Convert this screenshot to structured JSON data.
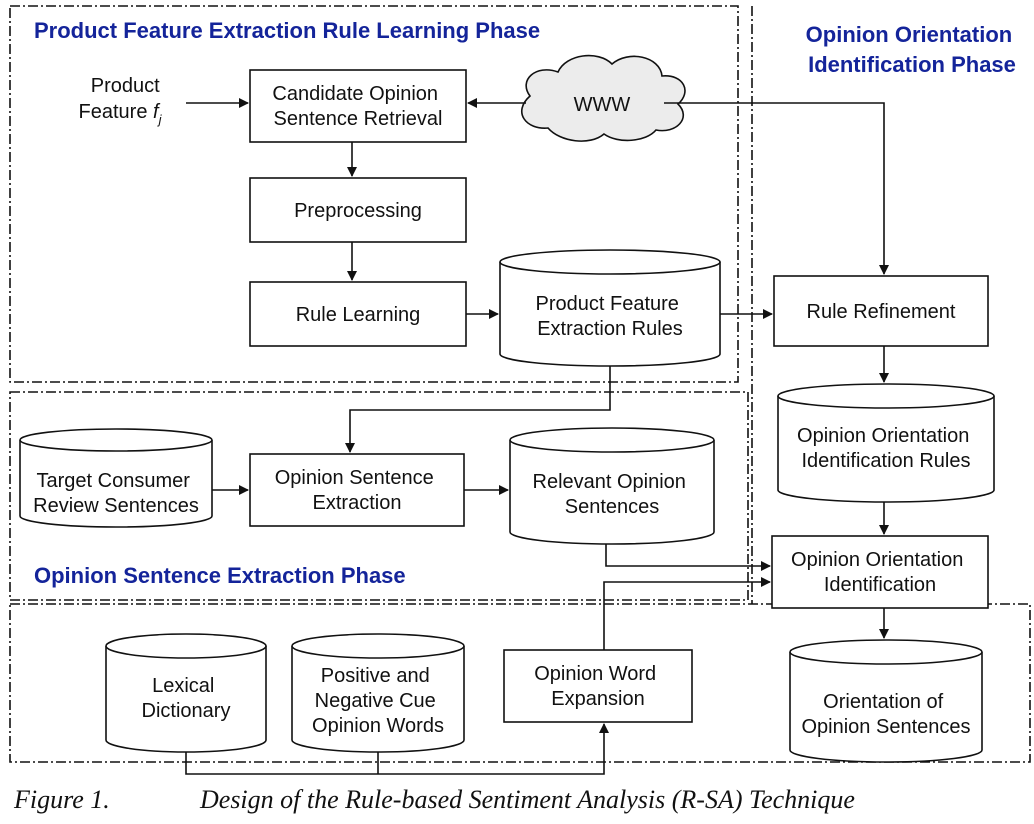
{
  "colors": {
    "phase_title": "#14249a",
    "stroke": "#111111",
    "background": "#ffffff"
  },
  "phases": {
    "rule_learning": "Product Feature Extraction Rule Learning Phase",
    "orientation_line1": "Opinion Orientation",
    "orientation_line2": "Identification Phase",
    "sentence_extraction": "Opinion Sentence Extraction Phase"
  },
  "nodes": {
    "product_feature": {
      "line1": "Product",
      "line2": "Feature ",
      "line2_italic": "f",
      "line2_sub": "j"
    },
    "www": "WWW",
    "candidate_retrieval": {
      "line1": "Candidate Opinion",
      "line2": "Sentence Retrieval"
    },
    "preprocessing": "Preprocessing",
    "rule_learning": "Rule Learning",
    "pfe_rules": {
      "line1": "Product Feature",
      "line2": "Extraction Rules"
    },
    "rule_refinement": "Rule Refinement",
    "oi_rules": {
      "line1": "Opinion Orientation",
      "line2": "Identification Rules"
    },
    "target_reviews": {
      "line1": "Target Consumer",
      "line2": "Review Sentences"
    },
    "sentence_extraction": {
      "line1": "Opinion Sentence",
      "line2": "Extraction"
    },
    "relevant_sentences": {
      "line1": "Relevant Opinion",
      "line2": "Sentences"
    },
    "oo_identification": {
      "line1": "Opinion Orientation",
      "line2": "Identification"
    },
    "lexical_dictionary": {
      "line1": "Lexical",
      "line2": "Dictionary"
    },
    "cue_words": {
      "line1": "Positive and",
      "line2": "Negative Cue",
      "line3": "Opinion Words"
    },
    "word_expansion": {
      "line1": "Opinion Word",
      "line2": "Expansion"
    },
    "orientation_sentences": {
      "line1": "Orientation of",
      "line2": "Opinion Sentences"
    }
  },
  "caption": {
    "label": "Figure 1.",
    "text": "Design of the Rule-based Sentiment Analysis (R-SA) Technique"
  }
}
